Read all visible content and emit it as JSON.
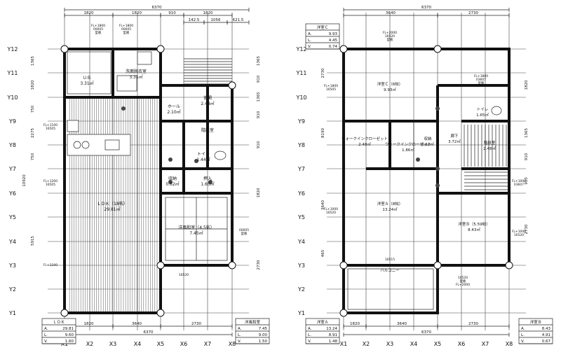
{
  "plans": [
    {
      "id": "first-floor",
      "dimensions": {
        "top_total": "6370",
        "top_parts": [
          "1820",
          "1820",
          "910",
          "1820"
        ],
        "top_small": [
          "142.5",
          "1056",
          "621.5"
        ],
        "bottom_total": "6370",
        "bottom_parts": [
          "1820",
          "3640",
          "2730"
        ],
        "left_total": "10920",
        "left_parts": [
          "1365",
          "1820",
          "750",
          "2275",
          "750",
          "5915"
        ],
        "right_parts": [
          "1365",
          "910",
          "1365",
          "910",
          "910",
          "1820",
          "2730"
        ]
      },
      "rooms": [
        {
          "key": "ub",
          "name": "ＵＢ",
          "area": "3.31㎡"
        },
        {
          "key": "wash",
          "name": "洗面脱衣室",
          "area": "3.31㎡"
        },
        {
          "key": "hall",
          "name": "ホール",
          "area": "2.10㎡"
        },
        {
          "key": "entrance",
          "name": "玄関",
          "area": "2.48㎡"
        },
        {
          "key": "shoe",
          "name": "階段室",
          "area": ""
        },
        {
          "key": "toilet",
          "name": "トイレ",
          "area": "1.44㎡"
        },
        {
          "key": "storage",
          "name": "収納",
          "area": "0.62㎡"
        },
        {
          "key": "closet",
          "name": "押入",
          "area": "1.65㎡"
        },
        {
          "key": "ldk",
          "name": "ＬＤＫ（18帖）",
          "area": "29.81㎡"
        },
        {
          "key": "japanese",
          "name": "洋風和室（4.5帖）",
          "area": "7.45㎡"
        }
      ],
      "window_labels": [
        "FL+1800\n00005\n型板",
        "FL+1800\n00005\n型板",
        "FL+1100\n16505",
        "FL+1200\n16505",
        "00005\n型板",
        "16520",
        "FL+1100"
      ],
      "tables": [
        {
          "title": "ＬＤＫ",
          "rows": [
            [
              "A.",
              "29.81"
            ],
            [
              "L.",
              "9.60"
            ],
            [
              "V.",
              "1.60"
            ]
          ]
        },
        {
          "title": "洋風和室",
          "rows": [
            [
              "A.",
              "7.45"
            ],
            [
              "L.",
              "9.00"
            ],
            [
              "V.",
              "1.50"
            ]
          ]
        }
      ]
    },
    {
      "id": "second-floor",
      "dimensions": {
        "top_total": "6370",
        "top_parts": [
          "3640",
          "2730"
        ],
        "bottom_total": "6370",
        "bottom_parts": [
          "1820",
          "3640",
          "2730"
        ],
        "left_parts": [
          "2730",
          "8190",
          "3640",
          "465"
        ],
        "right_parts": [
          "1820",
          "1365",
          "910",
          "910",
          "2730"
        ]
      },
      "rooms": [
        {
          "key": "western-c",
          "name": "洋室Ｃ（6帖）",
          "area": "9.93㎡"
        },
        {
          "key": "walkin",
          "name": "ウォークインクローゼット",
          "area": "2.48㎡"
        },
        {
          "key": "walkin-small",
          "name": "ウォークインクローゼット",
          "area": "1.86㎡"
        },
        {
          "key": "storage2",
          "name": "収納",
          "area": "0.62㎡"
        },
        {
          "key": "toilet2",
          "name": "トイレ",
          "area": "1.65㎡"
        },
        {
          "key": "corridor",
          "name": "廊下",
          "area": "3.72㎡"
        },
        {
          "key": "stairs",
          "name": "階段室",
          "area": "2.48㎡"
        },
        {
          "key": "western-a",
          "name": "洋室Ａ（8帖）",
          "area": "13.24㎡"
        },
        {
          "key": "western-b",
          "name": "洋室Ｂ（5.59帖）",
          "area": "8.43㎡"
        },
        {
          "key": "balcony",
          "name": "バルコニー",
          "area": ""
        }
      ],
      "window_labels": [
        "FL+2000\n16520\n型板",
        "FL+1800\n03607\n型板",
        "FL+1800\n16505",
        "FL+1000\n16520",
        "FL+1000\n03607",
        "FL+1000\n16520",
        "16520\n型板\nFL+2000",
        "16515"
      ],
      "tables": [
        {
          "title": "洋室Ｃ",
          "rows": [
            [
              "A.",
              "9.93"
            ],
            [
              "L.",
              "4.45"
            ],
            [
              "V.",
              "0.74"
            ]
          ]
        },
        {
          "title": "洋室Ａ",
          "rows": [
            [
              "A.",
              "13.24"
            ],
            [
              "L.",
              "8.91"
            ],
            [
              "V.",
              "1.48"
            ]
          ]
        },
        {
          "title": "洋室Ｂ",
          "rows": [
            [
              "A.",
              "8.43"
            ],
            [
              "L.",
              "4.91"
            ],
            [
              "V.",
              "0.67"
            ]
          ]
        }
      ]
    }
  ],
  "grid_labels_x": [
    "X1",
    "X2",
    "X3",
    "X4",
    "X5",
    "X6",
    "X7",
    "X8"
  ],
  "grid_labels_y": [
    "Y12",
    "Y11",
    "Y10",
    "Y9",
    "Y8",
    "Y7",
    "Y6",
    "Y5",
    "Y4",
    "Y3",
    "Y2",
    "Y1"
  ]
}
